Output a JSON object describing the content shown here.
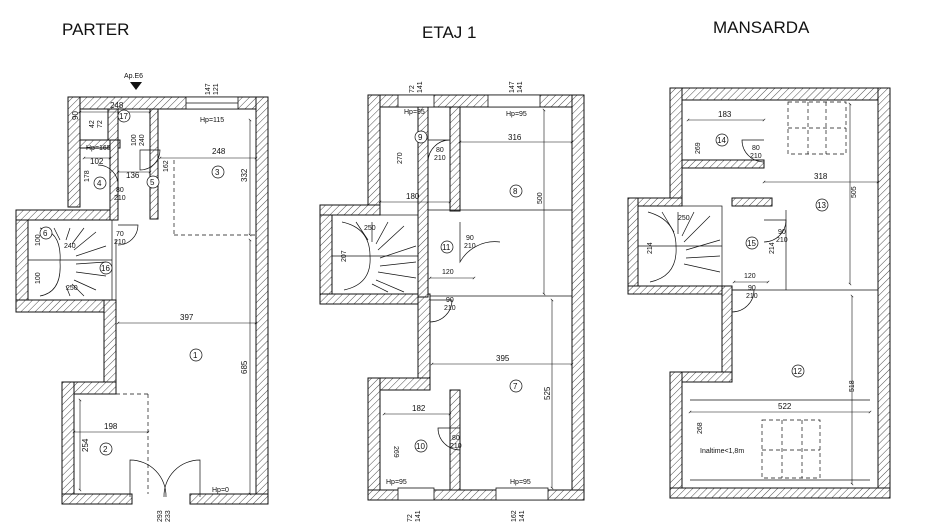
{
  "floors": [
    {
      "title": "PARTER"
    },
    {
      "title": "ETAJ 1"
    },
    {
      "title": "MANSARDA"
    }
  ],
  "parter": {
    "entry_marker": "Ap.E6",
    "rooms": [
      "1",
      "2",
      "3",
      "4",
      "5",
      "6",
      "16",
      "17"
    ],
    "dims": [
      "248",
      "90",
      "42",
      "72",
      "147",
      "121",
      "Hp=115",
      "248",
      "332",
      "162",
      "100",
      "240",
      "Hp=165",
      "102",
      "136",
      "178",
      "80",
      "210",
      "70",
      "210",
      "100",
      "240",
      "100",
      "250",
      "397",
      "685",
      "198",
      "254",
      "293",
      "233",
      "Hp=0"
    ]
  },
  "etaj1": {
    "rooms": [
      "7",
      "8",
      "9",
      "10",
      "11"
    ],
    "dims": [
      "72",
      "141",
      "147",
      "141",
      "Hp=95",
      "Hp=95",
      "316",
      "270",
      "80",
      "210",
      "180",
      "500",
      "250",
      "90",
      "210",
      "207",
      "120",
      "90",
      "210",
      "395",
      "525",
      "182",
      "80",
      "210",
      "269",
      "Hp=95",
      "Hp=95",
      "72",
      "141",
      "162",
      "141"
    ]
  },
  "mansarda": {
    "rooms": [
      "12",
      "13",
      "14",
      "15"
    ],
    "dims": [
      "183",
      "269",
      "80",
      "210",
      "318",
      "505",
      "250",
      "90",
      "210",
      "214",
      "214",
      "120",
      "90",
      "210",
      "518",
      "522",
      "268",
      "Inaltime<1,8m"
    ]
  },
  "colors": {
    "line": "#111111",
    "background": "#ffffff"
  }
}
